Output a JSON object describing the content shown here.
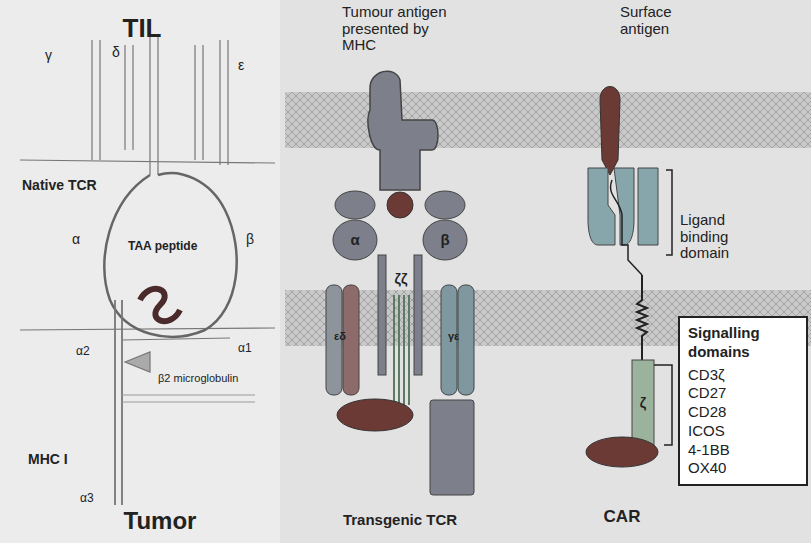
{
  "diagram": {
    "nodes": [
      {
        "text": [
          "Signalling domains",
          "CD3ζ",
          "CD27",
          "CD28",
          "ICOS",
          "4-1BB",
          "OX40"
        ]
      }
    ],
    "labels": [
      "TIL",
      "γ",
      "δ",
      "ε",
      "Native TCR",
      "α",
      "β",
      "TAA peptide",
      "α2",
      "α1",
      "β2 microglobulin",
      "MHC I",
      "α3",
      "Tumor",
      "Tumour antigen presented by MHC",
      "α",
      "β",
      "ζζ",
      "εδ",
      "γε",
      "Transgenic TCR",
      "Surface antigen",
      "Ligand binding domain",
      "ζ",
      "CAR"
    ]
  }
}
